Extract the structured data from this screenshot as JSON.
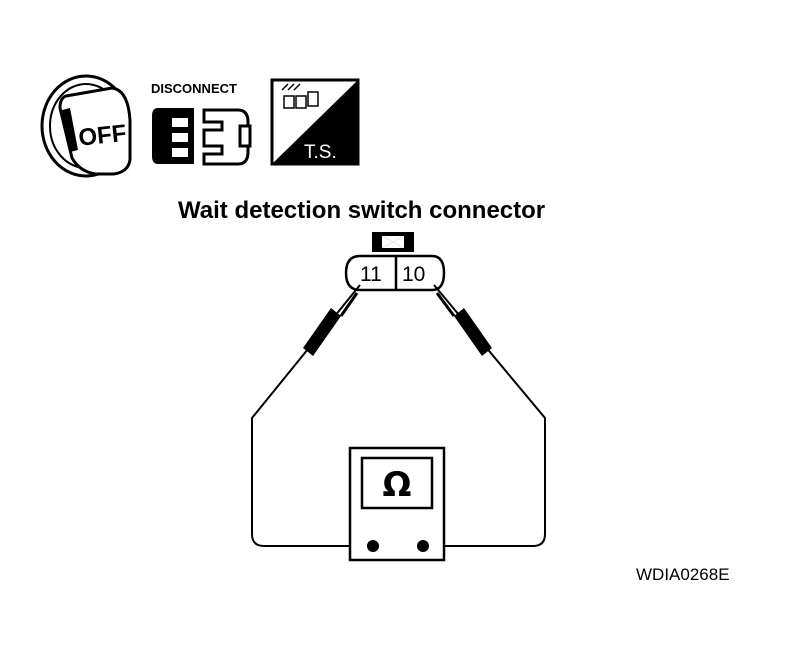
{
  "icons": {
    "ignition": "ignition-key-off-icon",
    "ignition_label": "OFF",
    "disconnect": "connector-disconnect-icon",
    "disconnect_label": "DISCONNECT",
    "ts": "tester-ts-icon",
    "ts_label": "T.S."
  },
  "diagram": {
    "title": "Wait detection switch connector",
    "pins": [
      "11",
      "10"
    ],
    "meter_symbol": "Ω",
    "code": "WDIA0268E"
  },
  "colors": {
    "ink": "#000000",
    "paper": "#ffffff"
  }
}
